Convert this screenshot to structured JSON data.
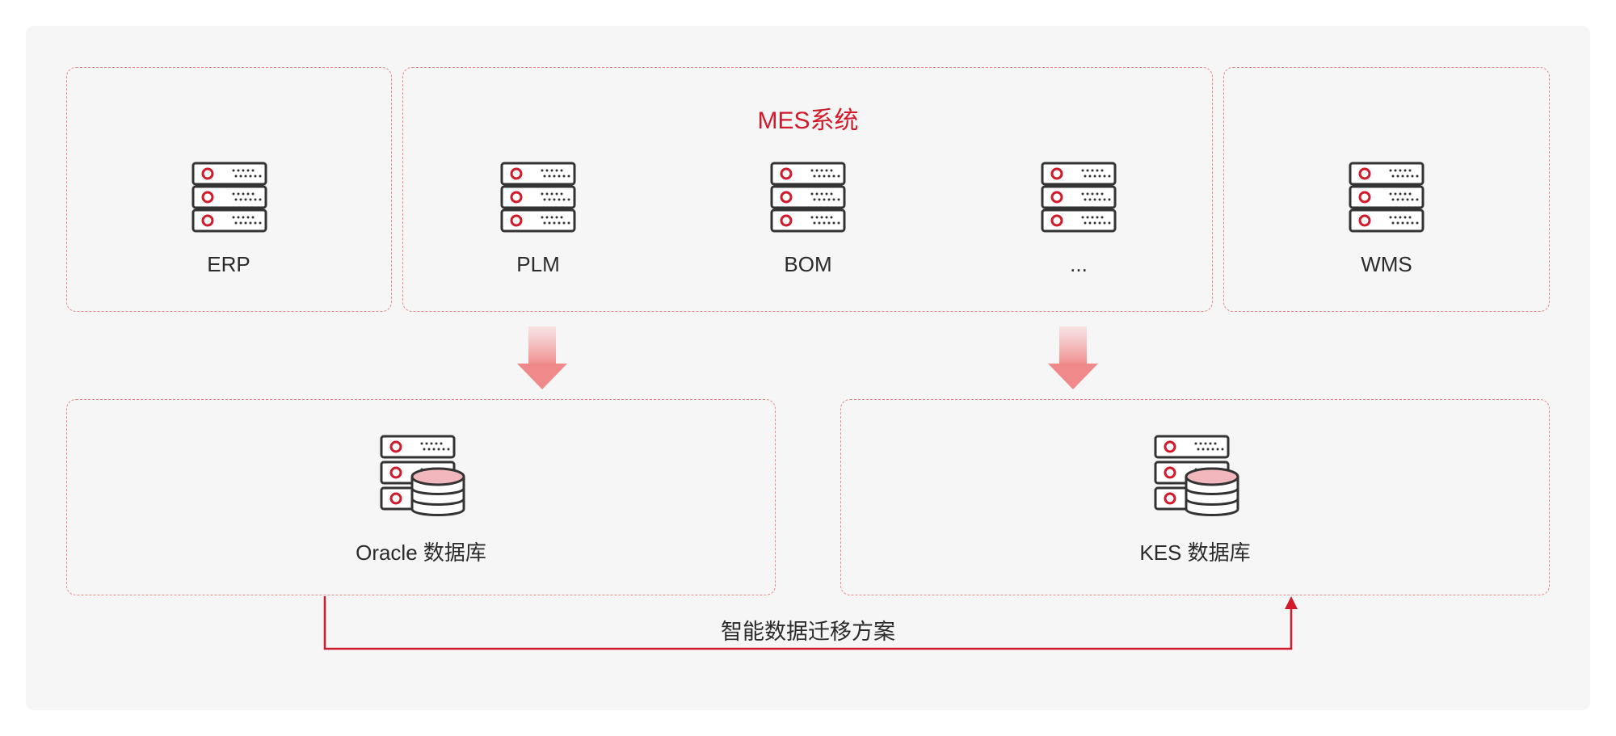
{
  "mes": {
    "title": "MES系统"
  },
  "systems": {
    "erp": "ERP",
    "plm": "PLM",
    "bom": "BOM",
    "more": "...",
    "wms": "WMS"
  },
  "databases": {
    "oracle": "Oracle 数据库",
    "kes": "KES 数据库"
  },
  "migration": {
    "label": "智能数据迁移方案"
  },
  "colors": {
    "accent": "#cf1b2b",
    "dash": "#e88a8a",
    "background": "#f6f6f6"
  }
}
